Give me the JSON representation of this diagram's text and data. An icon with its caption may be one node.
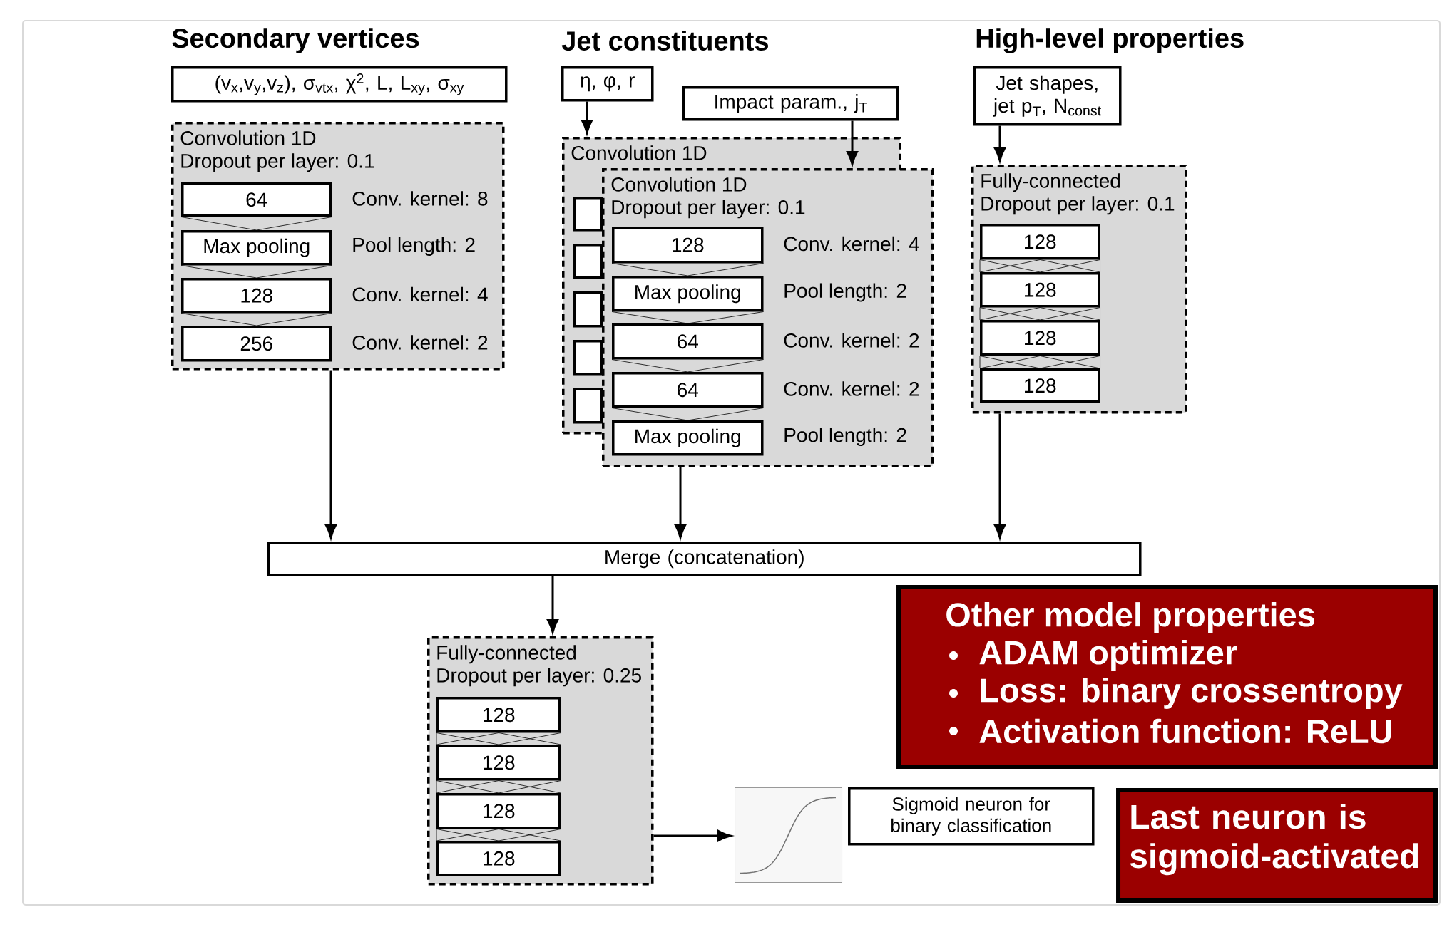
{
  "diagram": {
    "nodes": [
      {
        "text": [
          "(v$_{x}$,v$_{y}$,v$_{z}$), σ$_{vtx}$, χ$^{2}$, L, L$_{xy}$, σ$_{xy}$"
        ]
      },
      {
        "text": [
          "Convolution 1D",
          "Dropout per layer: 0.1"
        ]
      },
      {
        "text": [
          "64"
        ],
        "in": 1,
        "beside": [
          "Conv. kernel: 8"
        ]
      },
      {
        "text": [
          "Max pooling"
        ],
        "in": 1,
        "beside": [
          "Pool length: 2"
        ]
      },
      {
        "text": [
          "128"
        ],
        "in": 1,
        "beside": [
          "Conv. kernel: 4"
        ]
      },
      {
        "text": [
          "256"
        ],
        "in": 1,
        "beside": [
          "Conv. kernel: 2"
        ]
      },
      {
        "text": [
          "η, φ, r"
        ]
      },
      {
        "text": [
          "Impact param., j$_{T}$"
        ]
      },
      {
        "text": [
          "Convolution 1D"
        ]
      },
      {
        "text": [],
        "shape": "box",
        "in": 8
      },
      {
        "text": [],
        "shape": "box",
        "in": 8
      },
      {
        "text": [],
        "shape": "box",
        "in": 8
      },
      {
        "text": [],
        "shape": "box",
        "in": 8
      },
      {
        "text": [],
        "shape": "box",
        "in": 8
      },
      {
        "text": [
          "Convolution 1D",
          "Dropout per layer: 0.1"
        ]
      },
      {
        "text": [
          "128"
        ],
        "in": 14,
        "beside": [
          "Conv. kernel: 4"
        ]
      },
      {
        "text": [
          "Max pooling"
        ],
        "in": 14,
        "beside": [
          "Pool length: 2"
        ]
      },
      {
        "text": [
          "64"
        ],
        "in": 14,
        "beside": [
          "Conv. kernel: 2"
        ]
      },
      {
        "text": [
          "64"
        ],
        "in": 14,
        "beside": [
          "Conv. kernel: 2"
        ]
      },
      {
        "text": [
          "Max pooling"
        ],
        "in": 14,
        "beside": [
          "Pool length: 2"
        ]
      },
      {
        "text": [
          "Jet shapes, jet p$_{T}$, N$_{const}$"
        ]
      },
      {
        "text": [
          "Fully-connected",
          "Dropout per layer: 0.1"
        ]
      },
      {
        "text": [
          "128"
        ],
        "in": 21
      },
      {
        "text": [
          "128"
        ],
        "in": 21
      },
      {
        "text": [
          "128"
        ],
        "in": 21
      },
      {
        "text": [
          "128"
        ],
        "in": 21
      },
      {
        "text": [
          "Merge (concatenation)"
        ]
      },
      {
        "text": [
          "Fully-connected",
          "Dropout per layer: 0.25"
        ]
      },
      {
        "text": [
          "128"
        ],
        "in": 27
      },
      {
        "text": [
          "128"
        ],
        "in": 27
      },
      {
        "text": [
          "128"
        ],
        "in": 27
      },
      {
        "text": [
          "128"
        ],
        "in": 27
      },
      {
        "text": [],
        "shape": "picture"
      },
      {
        "text": [
          "Sigmoid neuron for binary classification"
        ]
      },
      {
        "text": [
          "Other model properties",
          "ADAM optimizer",
          "Loss: binary crossentropy",
          "Activation function: ReLU"
        ]
      },
      {
        "text": [
          "Last neuron is sigmoid-activated"
        ]
      }
    ],
    "edges": [
      {
        "from": 2,
        "to": 3,
        "arrow": "none"
      },
      {
        "from": 3,
        "to": 4,
        "arrow": "none"
      },
      {
        "from": 4,
        "to": 5,
        "arrow": "none"
      },
      {
        "from": 15,
        "to": 16,
        "arrow": "none"
      },
      {
        "from": 16,
        "to": 17,
        "arrow": "none"
      },
      {
        "from": 17,
        "to": 18,
        "arrow": "none"
      },
      {
        "from": 18,
        "to": 19,
        "arrow": "none"
      },
      {
        "from": 22,
        "to": 23,
        "arrow": "none"
      },
      {
        "from": 23,
        "to": 24,
        "arrow": "none"
      },
      {
        "from": 24,
        "to": 25,
        "arrow": "none"
      },
      {
        "from": 28,
        "to": 29,
        "arrow": "none"
      },
      {
        "from": 29,
        "to": 30,
        "arrow": "none"
      },
      {
        "from": 30,
        "to": 31,
        "arrow": "none"
      },
      {
        "from": 6,
        "to": 8,
        "arrow": "to"
      },
      {
        "from": 7,
        "to": 14,
        "arrow": "to"
      },
      {
        "from": 20,
        "to": 21,
        "arrow": "to"
      },
      {
        "from": 1,
        "to": 26,
        "arrow": "to"
      },
      {
        "from": 14,
        "to": 26,
        "arrow": "to"
      },
      {
        "from": 21,
        "to": 26,
        "arrow": "to"
      },
      {
        "from": 26,
        "to": 27,
        "arrow": "to"
      },
      {
        "from": 27,
        "to": 32,
        "arrow": "to"
      }
    ],
    "labels": [
      "Secondary vertices",
      "Jet constituents",
      "High-level properties"
    ]
  }
}
